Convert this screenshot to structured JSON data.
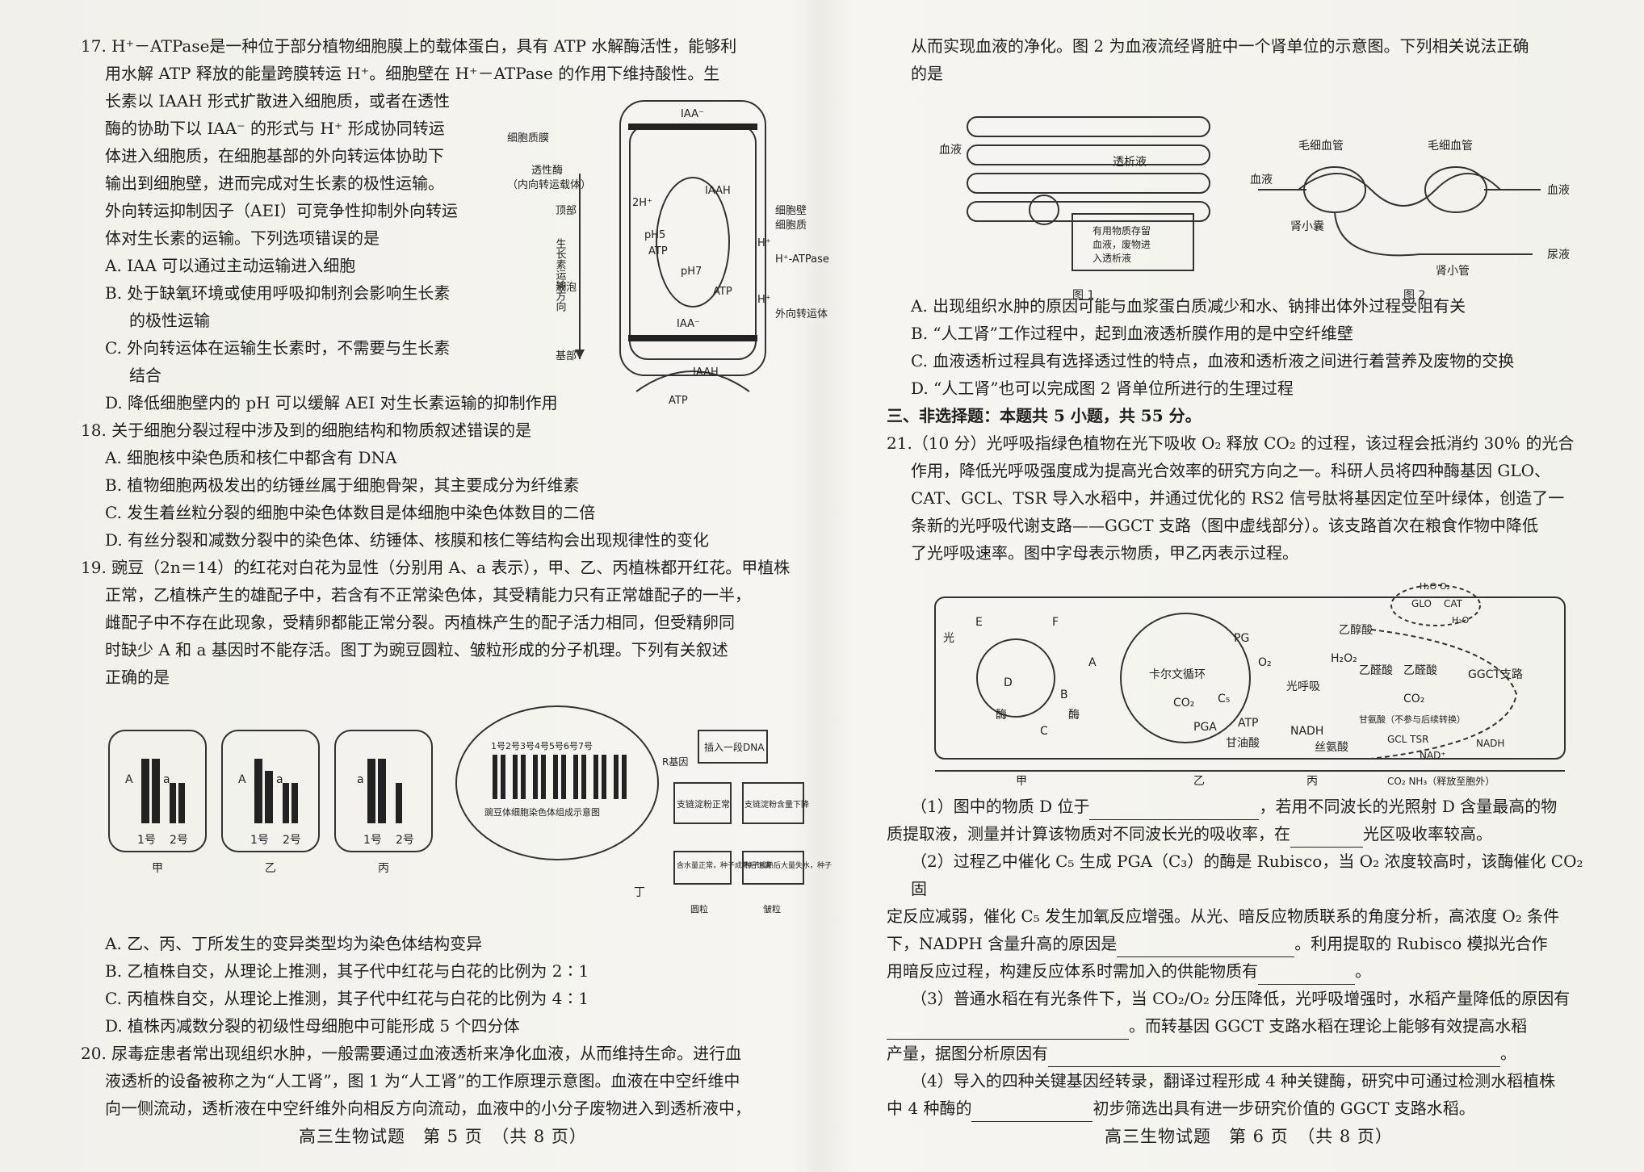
{
  "left_page": {
    "q17": {
      "stem": [
        "17. H⁺－ATPase是一种位于部分植物细胞膜上的载体蛋白，具有 ATP 水解酶活性，能够利",
        "用水解 ATP 释放的能量跨膜转运 H⁺。细胞壁在 H⁺－ATPase 的作用下维持酸性。生",
        "长素以 IAAH 形式扩散进入细胞质，或者在透性",
        "酶的协助下以 IAA⁻ 的形式与 H⁺ 形成协同转运",
        "体进入细胞质，在细胞基部的外向转运体协助下",
        "输出到细胞壁，进而完成对生长素的极性运输。",
        "外向转运抑制因子（AEI）可竞争性抑制外向转运",
        "体对生长素的运输。下列选项错误的是"
      ],
      "options": [
        "A. IAA 可以通过主动运输进入细胞",
        "B. 处于缺氧环境或使用呼吸抑制剂会影响生长素",
        "的极性运输",
        "C. 外向转运体在运输生长素时，不需要与生长素",
        "结合",
        "D. 降低细胞壁内的 pH 可以缓解 AEI 对生长素运输的抑制作用"
      ],
      "figure": {
        "labels": [
          "细胞质膜",
          "透性酶",
          "（内向转运载体）",
          "顶部",
          "生长素运输方向",
          "液泡",
          "基部",
          "细胞壁",
          "细胞质",
          "H⁺-ATPase",
          "外向转运体",
          "pH5",
          "pH7",
          "IAA⁻",
          "IAAH",
          "ATP",
          "H⁺",
          "2H⁺"
        ]
      }
    },
    "q18": {
      "stem": "18. 关于细胞分裂过程中涉及到的细胞结构和物质叙述错误的是",
      "options": [
        "A. 细胞核中染色质和核仁中都含有 DNA",
        "B. 植物细胞两极发出的纺锤丝属于细胞骨架，其主要成分为纤维素",
        "C. 发生着丝粒分裂的细胞中染色体数目是体细胞中染色体数目的二倍",
        "D. 有丝分裂和减数分裂中的染色体、纺锤体、核膜和核仁等结构会出现规律性的变化"
      ]
    },
    "q19": {
      "stem": [
        "19. 豌豆（2n＝14）的红花对白花为显性（分别用 A、a 表示），甲、乙、丙植株都开红花。甲植株",
        "正常，乙植株产生的雄配子中，若含有不正常染色体，其受精能力只有正常雄配子的一半，",
        "雌配子中不存在此现象，受精卵都能正常分裂。丙植株产生的配子活力相同，但受精卵同",
        "时缺少 A 和 a 基因时不能存活。图丁为豌豆圆粒、皱粒形成的分子机理。下列有关叙述",
        "正确的是"
      ],
      "figure": {
        "panel_labels": [
          "甲",
          "乙",
          "丙",
          "丁"
        ],
        "chrom_labels": [
          "1号",
          "2号"
        ],
        "allele_A": "A",
        "allele_a": "a",
        "chrom_numbers": "1号2号3号4号5号6号7号",
        "chrom_caption": "豌豆体细胞染色体组成示意图",
        "r_gene": "R基因",
        "insert_dna": "插入一段DNA",
        "branch_normal": "支链淀粉正常",
        "branch_low": "支链淀粉含量下降",
        "water_normal": "含水量正常，种子成熟后饱满",
        "water_loss": "种子成熟后大量失水，种子皱缩",
        "round": "圆粒",
        "wrinkled": "皱粒"
      },
      "options": [
        "A. 乙、丙、丁所发生的变异类型均为染色体结构变异",
        "B. 乙植株自交，从理论上推测，其子代中红花与白花的比例为 2∶1",
        "C. 丙植株自交，从理论上推测，其子代中红花与白花的比例为 4∶1",
        "D. 植株丙减数分裂的初级性母细胞中可能形成 5 个四分体"
      ]
    },
    "q20_start": [
      "20. 尿毒症患者常出现组织水肿，一般需要通过血液透析来净化血液，从而维持生命。进行血",
      "液透析的设备被称之为“人工肾”，图 1 为“人工肾”的工作原理示意图。血液在中空纤维中",
      "向一侧流动，透析液在中空纤维外向相反方向流动，血液中的小分子废物进入到透析液中，"
    ],
    "footer": "高三生物试题　第 5 页　（共 8 页）"
  },
  "right_page": {
    "q20_cont": [
      "从而实现血液的净化。图 2 为血液流经肾脏中一个肾单位的示意图。下列相关说法正确",
      "的是"
    ],
    "fig1": {
      "blood": "血液",
      "dialysate": "透析液",
      "box": [
        "有用物质存留",
        "血液，废物进",
        "入透析液"
      ],
      "caption": "图 1"
    },
    "fig2": {
      "cap1": "毛细血管",
      "cap2": "毛细血管",
      "blood_in": "血液",
      "blood_out": "血液",
      "capsule": "肾小囊",
      "tubule": "肾小管",
      "urine": "尿液",
      "caption": "图 2"
    },
    "q20_options": [
      "A. 出现组织水肿的原因可能与血浆蛋白质减少和水、钠排出体外过程受阻有关",
      "B. “人工肾”工作过程中，起到血液透析膜作用的是中空纤维壁",
      "C. 血液透析过程具有选择透过性的特点，血液和透析液之间进行着营养及废物的交换",
      "D. “人工肾”也可以完成图 2 肾单位所进行的生理过程"
    ],
    "section3": "三、非选择题：本题共 5 小题，共 55 分。",
    "q21": {
      "stem": [
        "21.（10 分）光呼吸指绿色植物在光下吸收 O₂ 释放 CO₂ 的过程，该过程会抵消约 30％ 的光合",
        "作用，降低光呼吸强度成为提高光合效率的研究方向之一。科研人员将四种酶基因 GLO、",
        "CAT、GCL、TSR 导入水稻中，并通过优化的 RS2 信号肽将基因定位至叶绿体，创造了一",
        "条新的光呼吸代谢支路——GGCT 支路（图中虚线部分）。该支路首次在粮食作物中降低",
        "了光呼吸速率。图中字母表示物质，甲乙丙表示过程。"
      ],
      "figure": {
        "light": "光",
        "letters": [
          "E",
          "F",
          "D",
          "A",
          "B",
          "C"
        ],
        "enzyme1": "酶",
        "enzyme2": "酶",
        "calvin": "卡尔文循环",
        "pg": "PG",
        "o2": "O₂",
        "co2": "CO₂",
        "c5": "C₅",
        "pga": "PGA",
        "atp": "ATP",
        "glycerate": "甘油酸",
        "photoresp": "光呼吸",
        "nadh": "NADH",
        "glycolate": "乙醇酸",
        "h2o2": "H₂O₂",
        "glyoxylate": "乙醛酸",
        "glo": "GLO",
        "cat": "CAT",
        "h2oo2": "H₂O O₂",
        "h2o": "H₂O",
        "glyoxylate2": "乙醛酸",
        "ggct": "GGCT支路",
        "co2b": "CO₂",
        "tartronic": "甘氨酸（不参与后续转换）",
        "serine": "丝氨酸",
        "gcltsr": "GCL TSR",
        "nad": "NAD⁺",
        "nadh2": "NADH",
        "release": "CO₂ NH₃（释放至胞外）",
        "stages": [
          "甲",
          "乙",
          "丙"
        ]
      },
      "p1": [
        "（1）图中的物质 D 位于",
        "，若用不同波长的光照射 D 含量最高的物",
        "质提取液，测量并计算该物质对不同波长光的吸收率，在",
        "光区吸收率较高。"
      ],
      "p2": [
        "（2）过程乙中催化 C₅ 生成 PGA（C₃）的酶是 Rubisco，当 O₂ 浓度较高时，该酶催化 CO₂ 固",
        "定反应减弱，催化 C₅ 发生加氧反应增强。从光、暗反应物质联系的角度分析，高浓度 O₂ 条件",
        "下，NADPH 含量升高的原因是",
        "。利用提取的 Rubisco 模拟光合作",
        "用暗反应过程，构建反应体系时需加入的供能物质有",
        "。"
      ],
      "p3": [
        "（3）普通水稻在有光条件下，当 CO₂/O₂ 分压降低，光呼吸增强时，水稻产量降低的原因有",
        "。而转基因 GGCT 支路水稻在理论上能够有效提高水稻",
        "产量，据图分析原因有",
        "。"
      ],
      "p4": [
        "（4）导入的四种关键基因经转录，翻译过程形成 4 种关键酶，研究中可通过检测水稻植株",
        "中 4 种酶的",
        "初步筛选出具有进一步研究价值的 GGCT 支路水稻。"
      ]
    },
    "footer": "高三生物试题　第 6 页　（共 8 页）"
  }
}
